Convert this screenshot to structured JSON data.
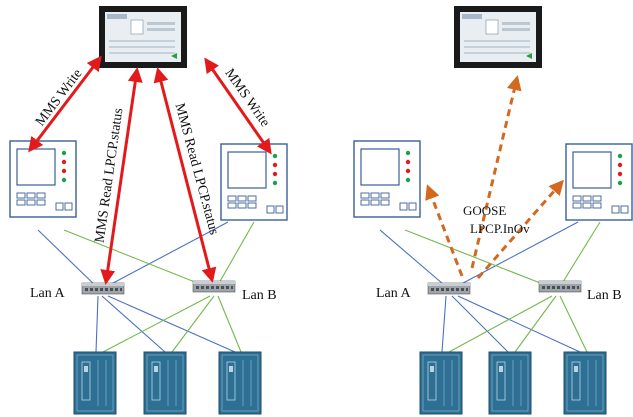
{
  "left_panel": {
    "labels": {
      "lan_a": "Lan A",
      "lan_b": "Lan B",
      "arrow_left": "MMS Write",
      "arrow_right": "MMS Write",
      "arrow_mid_left": "MMS Read LPCP.status",
      "arrow_mid_right": "MMS Read LPCP.status"
    }
  },
  "right_panel": {
    "labels": {
      "lan_a": "Lan A",
      "lan_b": "Lan B",
      "goose_line1": "GOOSE",
      "goose_line2": "LPCP.InOv"
    }
  },
  "colors": {
    "mms_arrow": "#e31a1c",
    "goose_arrow": "#d2691e",
    "lan_a_link": "#4a72c4",
    "lan_b_link": "#74b84a",
    "device_body": "#2e6f94",
    "panel_outline": "#3b5f9a"
  }
}
